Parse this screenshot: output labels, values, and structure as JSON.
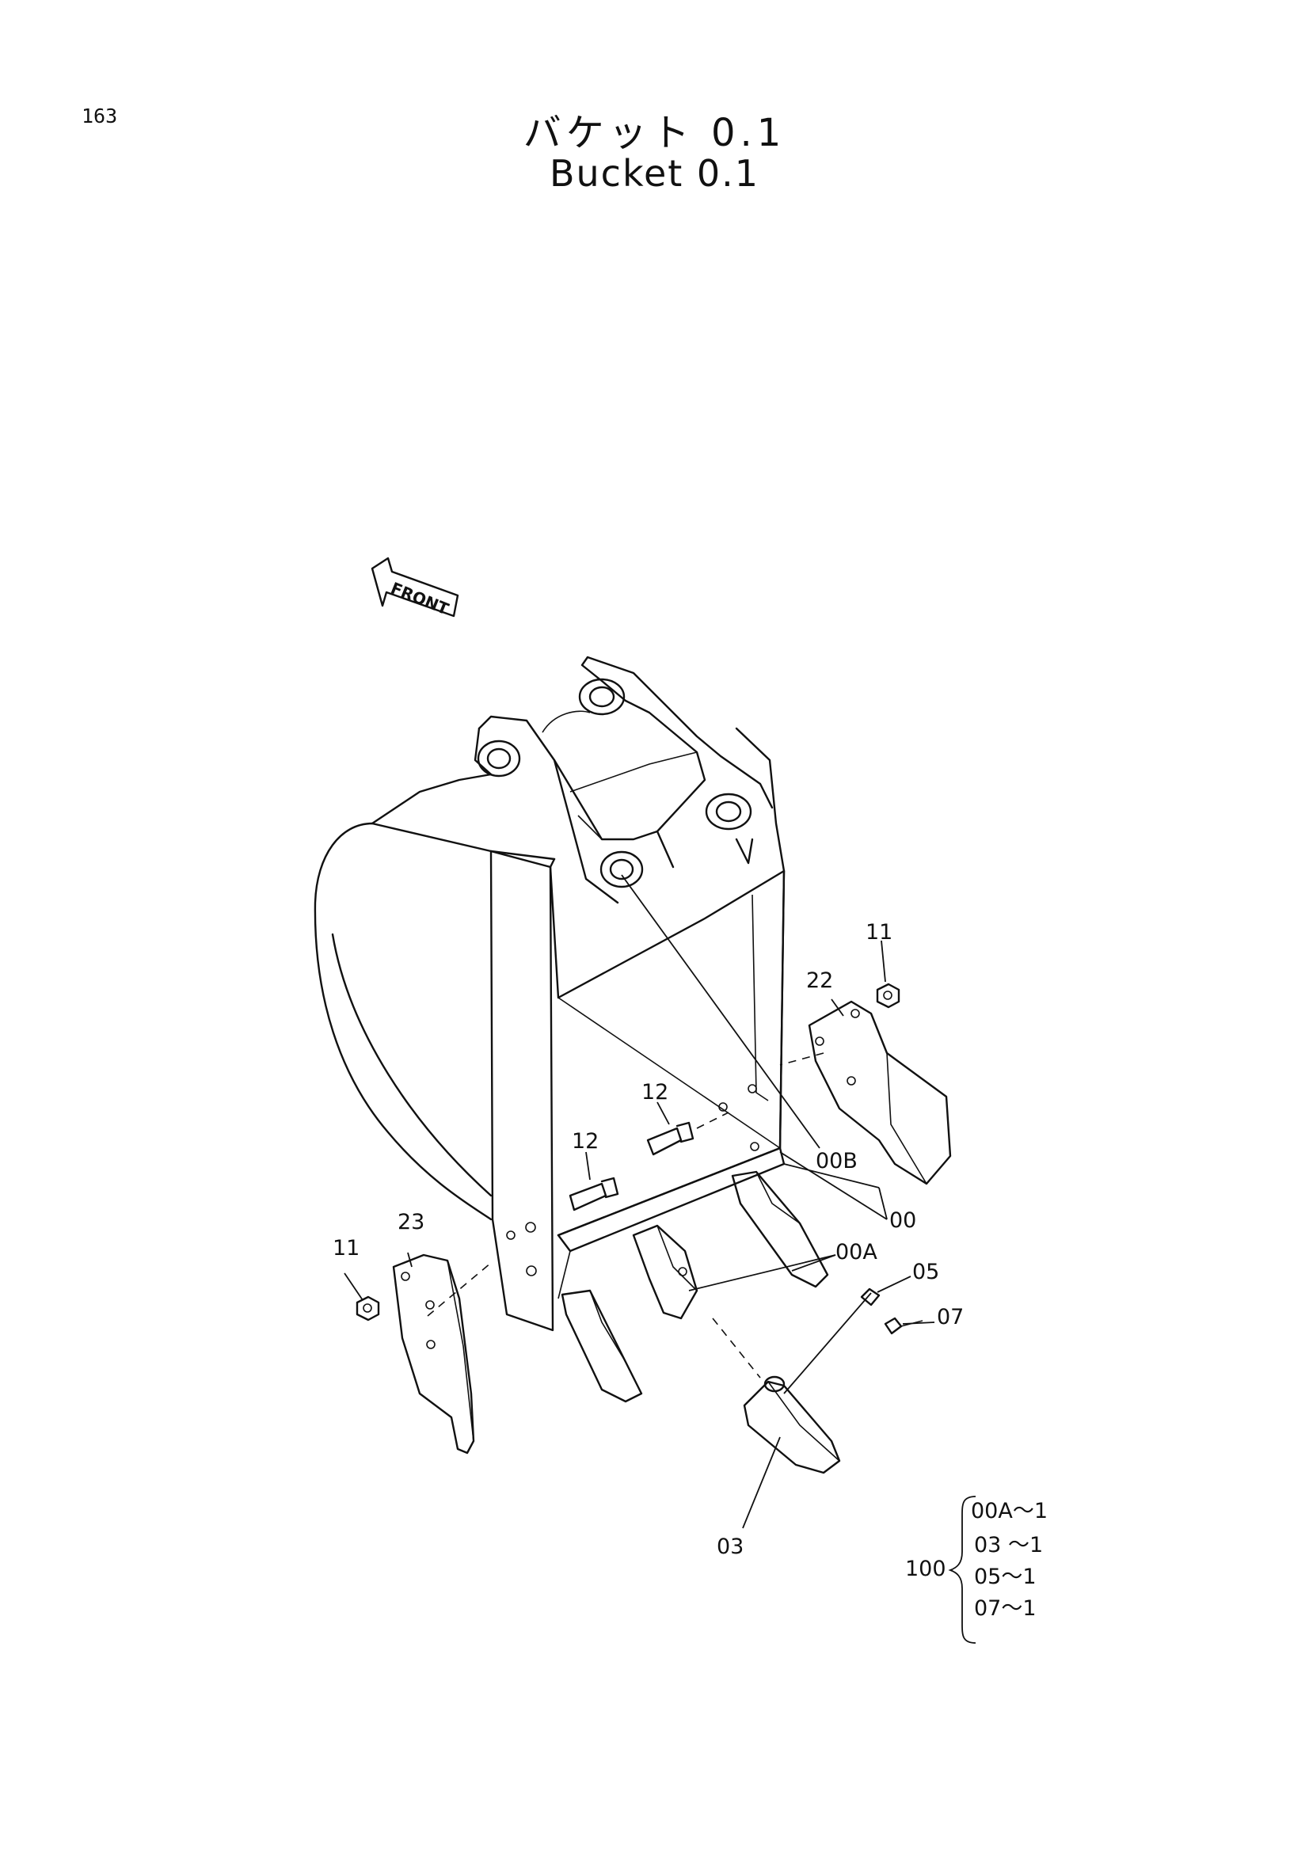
{
  "page_number": "163",
  "title_jp": "バケット 0.1",
  "title_en": "Bucket 0.1",
  "direction_label": "FRONT",
  "callouts": {
    "c11_right": "11",
    "c22": "22",
    "c12_upper": "12",
    "c12_lower": "12",
    "c00B": "00B",
    "c00": "00",
    "c00A": "00A",
    "c05": "05",
    "c07": "07",
    "c23": "23",
    "c11_left": "11",
    "c03": "03"
  },
  "kit": {
    "label": "100",
    "items": [
      "00A～1",
      "03 ～1",
      "05～1",
      "07～1"
    ]
  }
}
